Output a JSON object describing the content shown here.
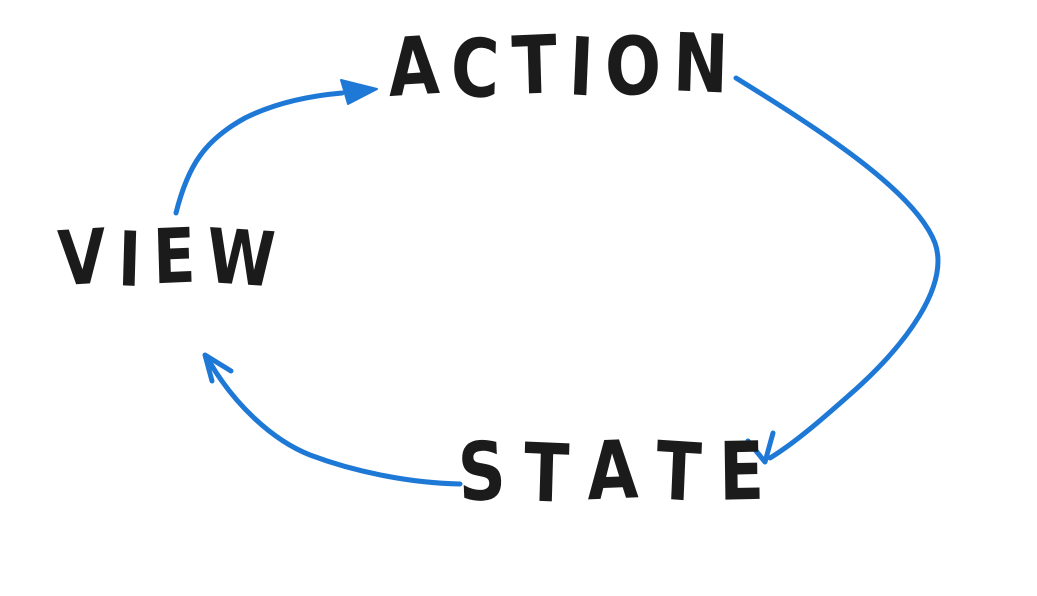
{
  "diagram": {
    "type": "cycle",
    "nodes": [
      {
        "id": "action",
        "label": "ACTION"
      },
      {
        "id": "view",
        "label": "VIEW"
      },
      {
        "id": "state",
        "label": "STATE"
      }
    ],
    "edges": [
      {
        "from": "view",
        "to": "action",
        "arrowhead": "filled-triangle"
      },
      {
        "from": "action",
        "to": "state",
        "arrowhead": "open-v"
      },
      {
        "from": "state",
        "to": "view",
        "arrowhead": "open-v"
      }
    ],
    "colors": {
      "arrow": "#1e78d6",
      "text": "#1b1b1b",
      "background": "#ffffff"
    }
  }
}
